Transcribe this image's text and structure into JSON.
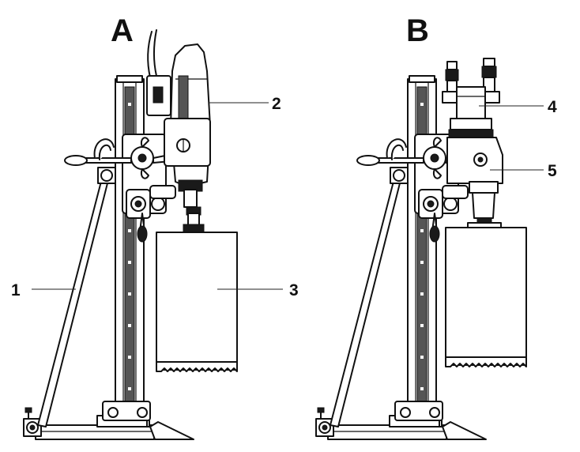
{
  "panels": [
    {
      "label": "A"
    },
    {
      "label": "B"
    }
  ],
  "callouts": [
    "1",
    "2",
    "3",
    "4",
    "5"
  ]
}
